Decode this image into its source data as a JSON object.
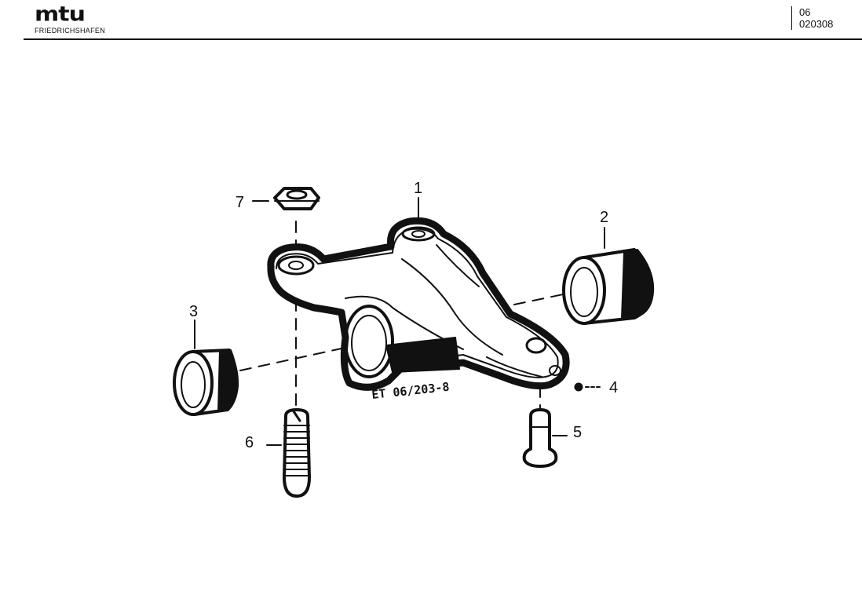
{
  "header": {
    "brand": "mtu",
    "brand_sub": "FRIEDRICHSHAFEN",
    "section": "06",
    "drawing_number": "020308"
  },
  "diagram": {
    "drawing_code": "ET 06/203-8",
    "callouts": [
      "1",
      "2",
      "3",
      "4",
      "5",
      "6",
      "7"
    ]
  }
}
